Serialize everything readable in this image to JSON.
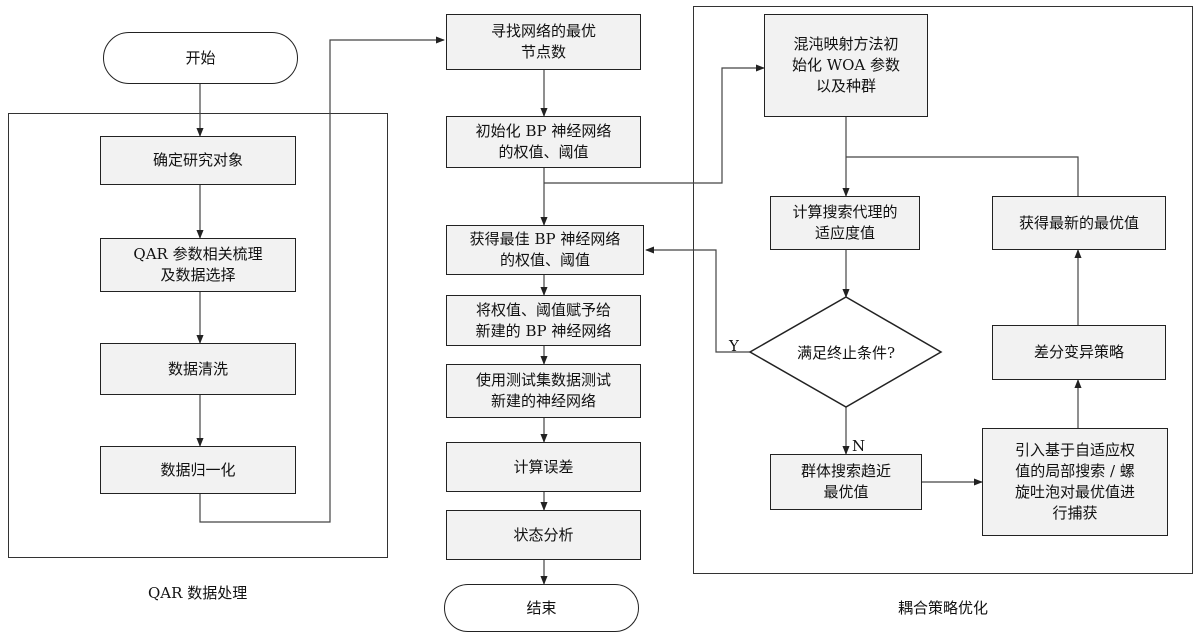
{
  "nodes": {
    "start": "开始",
    "determine": "确定研究对象",
    "qar_params": "QAR 参数相关梳理\n及数据选择",
    "clean": "数据清洗",
    "normalize": "数据归一化",
    "find_nodes": "寻找网络的最优\n节点数",
    "init_bp": "初始化 BP 神经网络\n的权值、阈值",
    "best_bp": "获得最佳 BP 神经网络\n的权值、阈值",
    "assign": "将权值、阈值赋予给\n新建的 BP 神经网络",
    "test": "使用测试集数据测试\n新建的神经网络",
    "calc_err": "计算误差",
    "state": "状态分析",
    "end": "结束",
    "chaos": "混沌映射方法初\n始化 WOA 参数\n以及种群",
    "fitness": "计算搜索代理的\n适应度值",
    "condition": "满足终止条件?",
    "approach": "群体搜索趋近\n最优值",
    "local_search": "引入基于自适应权\n值的局部搜索 / 螺\n旋吐泡对最优值进\n行捕获",
    "de": "差分变异策略",
    "latest_best": "获得最新的最优值"
  },
  "labels": {
    "yes": "Y",
    "no": "N",
    "group_left": "QAR 数据处理",
    "group_right": "耦合策略优化"
  }
}
